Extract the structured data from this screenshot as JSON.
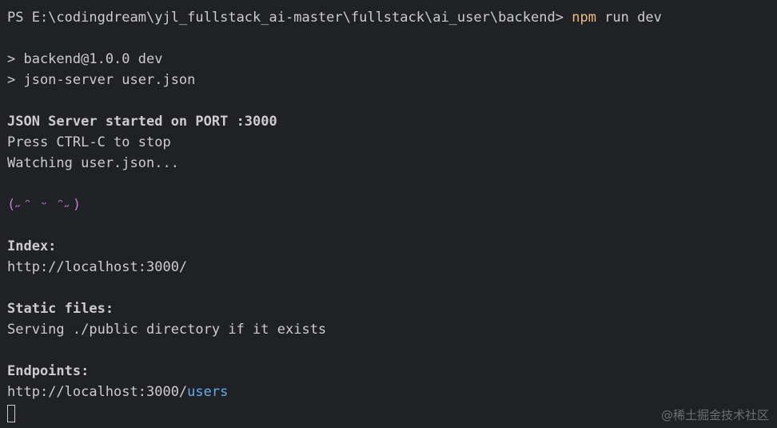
{
  "prompt": {
    "path": "PS E:\\codingdream\\yjl_fullstack_ai-master\\fullstack\\ai_user\\backend> ",
    "command": "npm",
    "args": " run dev"
  },
  "script_lines": [
    "> backend@1.0.0 dev",
    "> json-server user.json"
  ],
  "server": {
    "started": "JSON Server started on PORT :3000",
    "stop_hint": "Press CTRL-C to stop",
    "watching": "Watching user.json..."
  },
  "emoticon": "(˶ᵔ ᵕ ᵔ˶)",
  "sections": {
    "index_label": "Index:",
    "index_url": "http://localhost:3000/",
    "static_label": "Static files:",
    "static_value": "Serving ./public directory if it exists",
    "endpoints_label": "Endpoints:",
    "endpoint_base": "http://localhost:3000/",
    "endpoint_resource": "users"
  },
  "watermark": "@稀土掘金技术社区",
  "colors": {
    "background": "#1f2125",
    "text": "#cccccc",
    "command": "#e5c07b",
    "emoticon": "#c678dd",
    "endpoint": "#61afef"
  }
}
